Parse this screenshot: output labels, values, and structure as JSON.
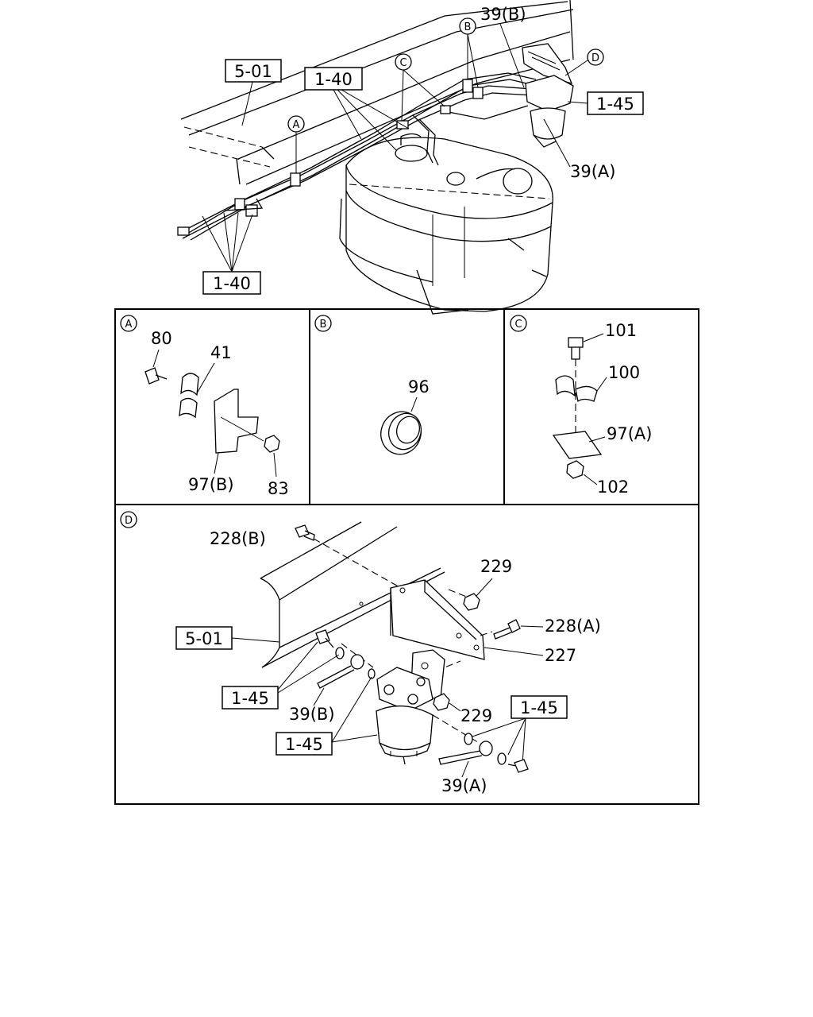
{
  "overview": {
    "ref_5_01": "5-01",
    "ref_1_40_top": "1-40",
    "ref_1_40_bottom": "1-40",
    "ref_1_45": "1-45",
    "part_39b": "39(B)",
    "part_39a": "39(A)",
    "callout_a": "A",
    "callout_b": "B",
    "callout_c": "C",
    "callout_d": "D"
  },
  "panel_a": {
    "letter": "A",
    "p80": "80",
    "p41": "41",
    "p97b": "97(B)",
    "p83": "83"
  },
  "panel_b": {
    "letter": "B",
    "p96": "96"
  },
  "panel_c": {
    "letter": "C",
    "p101": "101",
    "p100": "100",
    "p97a": "97(A)",
    "p102": "102"
  },
  "panel_d": {
    "letter": "D",
    "p228b": "228(B)",
    "p229_top": "229",
    "p228a": "228(A)",
    "p227": "227",
    "ref_5_01": "5-01",
    "ref_1_45_left": "1-45",
    "p39b": "39(B)",
    "p229_bottom": "229",
    "ref_1_45_right": "1-45",
    "ref_1_45_bottom": "1-45",
    "p39a": "39(A)"
  }
}
